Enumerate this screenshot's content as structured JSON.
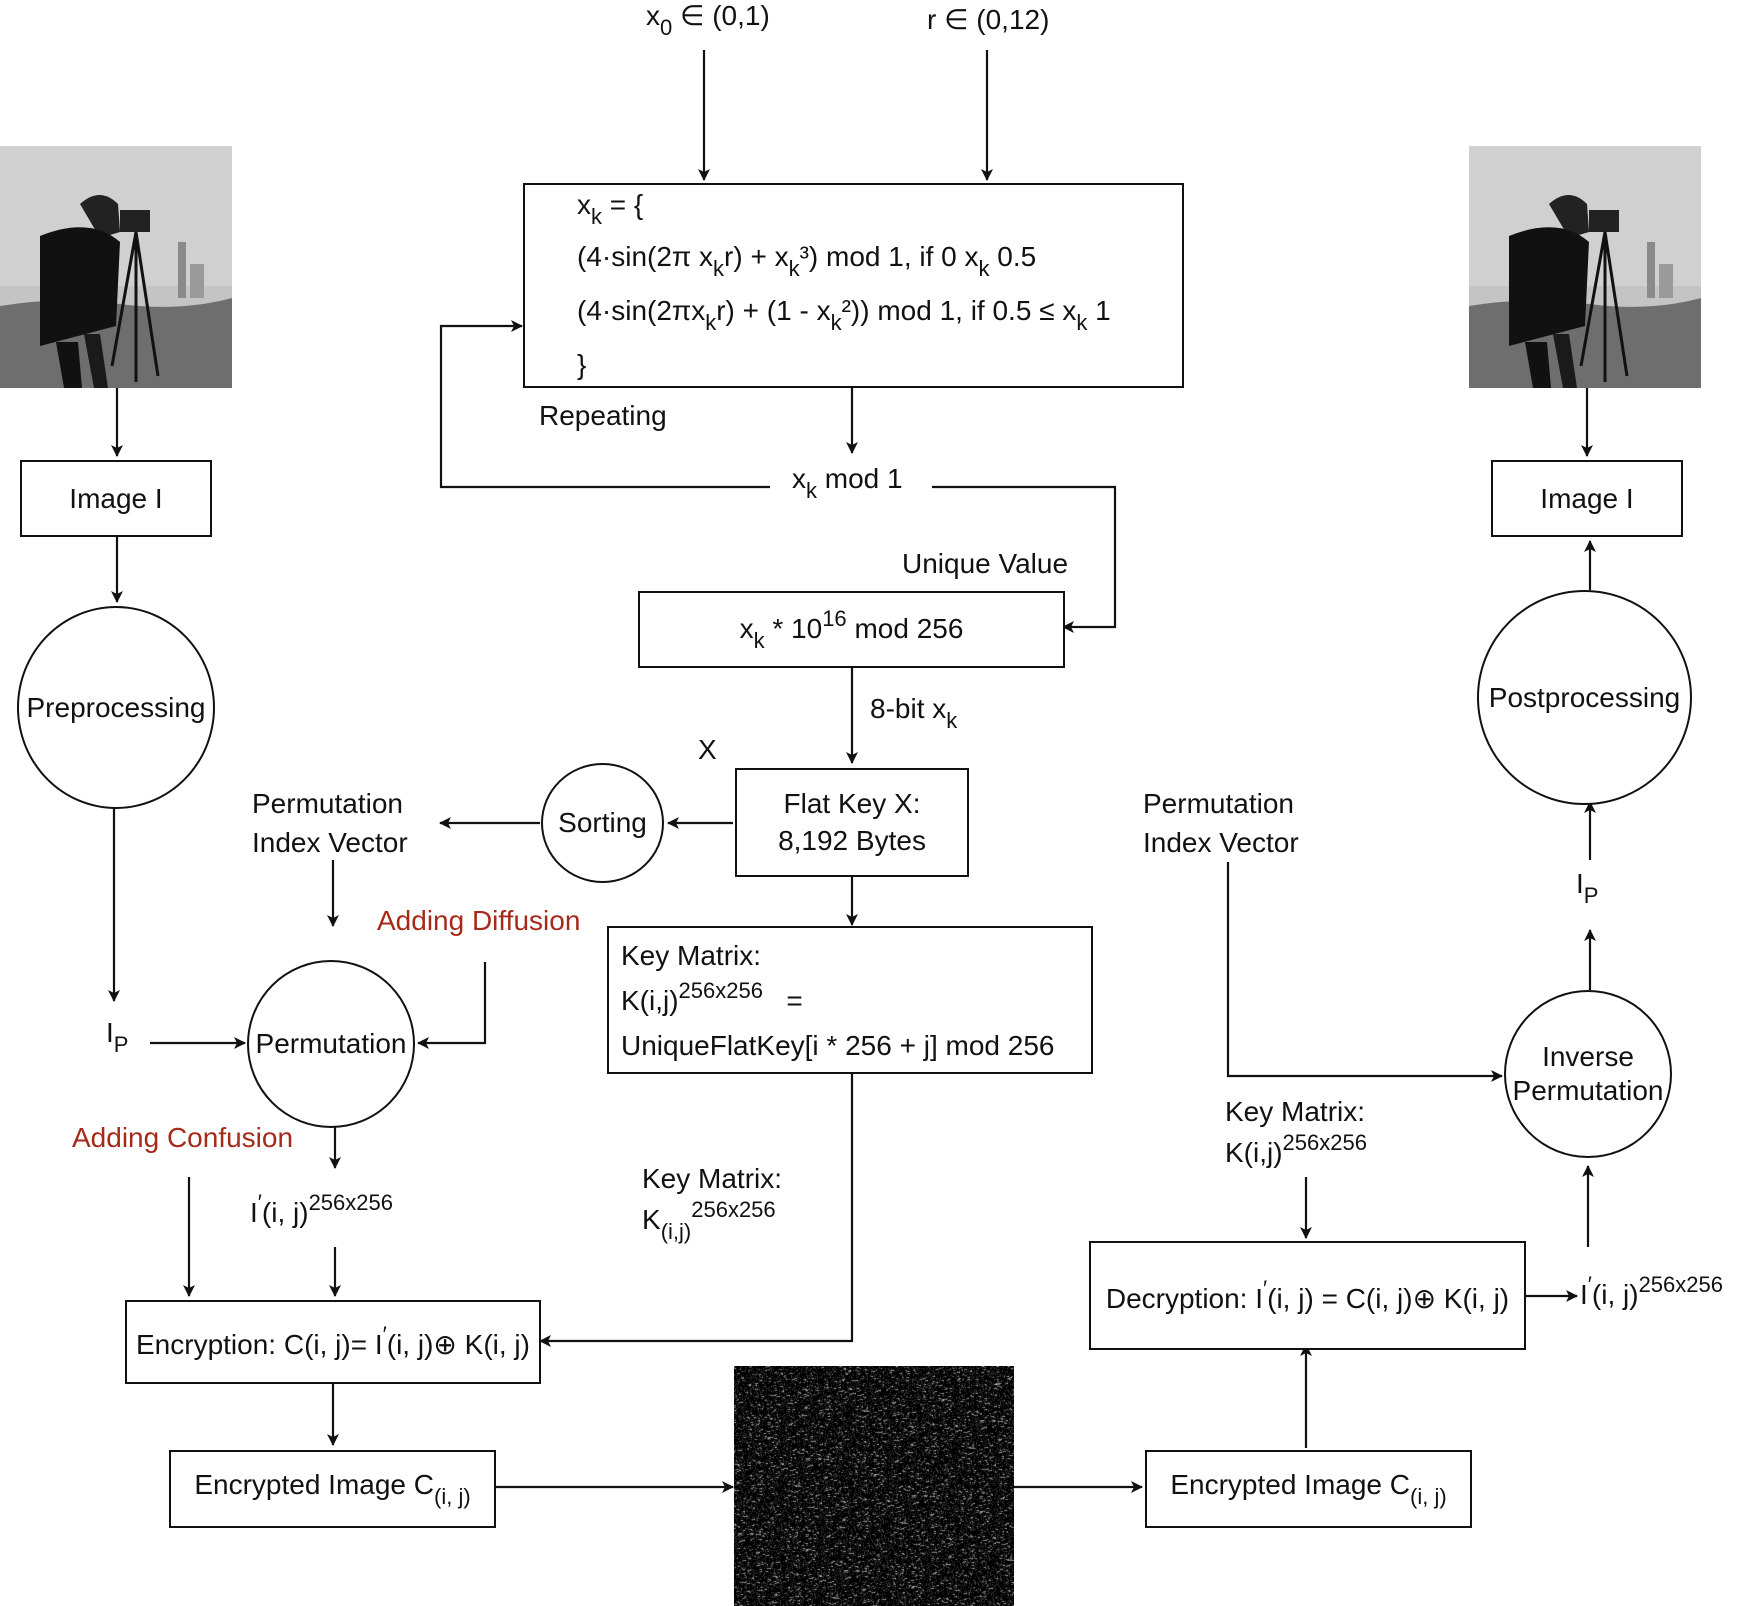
{
  "inputs": {
    "x0_var": "x",
    "x0_sub": "0",
    "x0_range": "∈ (0,1)",
    "r_label": "r ∈ (0,12)"
  },
  "map_box": {
    "line1_pre": "x",
    "line1_sub": "k",
    "line1_post": "= {",
    "line2_a": "(4·sin(2π x",
    "line2_sub1": "k",
    "line2_b": "r) + x",
    "line2_sub2": "k",
    "line2_c": "³) mod 1, if 0 x",
    "line2_sub3": "k",
    "line2_d": "0.5",
    "line3_a": "(4·sin(2πx",
    "line3_sub1": "k",
    "line3_b": "r) + (1 - x",
    "line3_sub2": "k",
    "line3_c": "²)) mod 1, if 0.5 ≤ x",
    "line3_sub3": "k",
    "line3_d": "1",
    "line4": "}"
  },
  "labels": {
    "repeating": "Repeating",
    "xk_mod_pre": "x",
    "xk_mod_sub": "k",
    "xk_mod_post": "mod 1",
    "unique_value": "Unique Value",
    "eight_bit_pre": "8-bit x",
    "eight_bit_sub": "k",
    "x_label": "X",
    "perm_index_left_1": "Permutation",
    "perm_index_left_2": "Index Vector",
    "perm_index_right_1": "Permutation",
    "perm_index_right_2": "Index Vector",
    "adding_diffusion": "Adding Diffusion",
    "adding_confusion": "Adding Confusion",
    "ip_left_main": "I",
    "ip_left_sub": "P",
    "ip_right_main": "I",
    "ip_right_sub": "P",
    "iprime_left_main": "I",
    "iprime_left_prime": "′",
    "iprime_left_args": "(i, j)",
    "iprime_left_sup": "256x256",
    "iprime_right_main": "I",
    "iprime_right_prime": "′",
    "iprime_right_args": "(i, j)",
    "iprime_right_sup": "256x256",
    "key_matrix_mid_title": "Key Matrix:",
    "key_matrix_mid_k": "K",
    "key_matrix_mid_sub": "(i,j)",
    "key_matrix_mid_sup": "256x256",
    "key_matrix_right_title": "Key Matrix:",
    "key_matrix_right_k": "K(i,j)",
    "key_matrix_right_sup": "256x256"
  },
  "boxes": {
    "scale_pre": "x",
    "scale_sub": "k",
    "scale_mid": "* 10",
    "scale_sup": "16",
    "scale_post": "mod 256",
    "flat_key_1": "Flat Key X:",
    "flat_key_2": "8,192 Bytes",
    "key_matrix_title": "Key Matrix:",
    "key_matrix_k": "K(i,j)",
    "key_matrix_sup": "256x256",
    "key_matrix_eq": "=",
    "key_matrix_formula": "UniqueFlatKey[i * 256 + j] mod 256",
    "image_left": "Image I",
    "image_right": "Image I",
    "encryption_a": "Encryption: C(i, j)= I",
    "encryption_prime": "′",
    "encryption_b": "(i, j)⊕ K(i, j)",
    "decryption_a": "Decryption: I",
    "decryption_prime": "′",
    "decryption_b": "(i, j) = C(i, j)⊕ K(i, j)",
    "enc_image_left": "Encrypted Image C",
    "enc_image_left_sub": "(i, j)",
    "enc_image_right": "Encrypted Image C",
    "enc_image_right_sub": "(i, j)"
  },
  "circles": {
    "preprocessing": "Preprocessing",
    "sorting": "Sorting",
    "permutation": "Permutation",
    "postprocessing": "Postprocessing",
    "inverse_1": "Inverse",
    "inverse_2": "Permutation"
  },
  "colors": {
    "stroke": "#111111",
    "accent_red": "#a52a1a"
  }
}
